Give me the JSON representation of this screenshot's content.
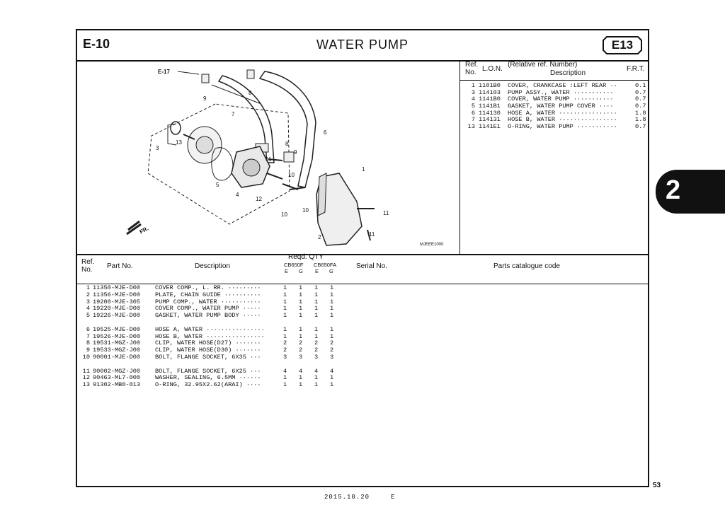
{
  "header": {
    "ref_code": "E-10",
    "title": "WATER PUMP",
    "section_badge": "E13"
  },
  "illustration": {
    "group_ref": "E-17",
    "callouts": [
      "9",
      "8",
      "7",
      "6",
      "13",
      "3",
      "8",
      "9",
      "11",
      "10",
      "5",
      "4",
      "12",
      "10",
      "10",
      "1",
      "11",
      "2",
      "11"
    ],
    "fr_mark": "FR.",
    "drawing_code": "MJEEE1000"
  },
  "upper_table": {
    "headers": {
      "ref": "Ref.\nNo.",
      "lon": "L.O.N.",
      "rel_ref": "(Relative ref. Number)",
      "description": "Description",
      "frt": "F.R.T."
    },
    "rows": [
      {
        "ref": "1",
        "lon": "1101B0",
        "desc": "COVER, CRANKCASE :LEFT REAR ··",
        "frt": "0.1"
      },
      {
        "ref": "3",
        "lon": "114103",
        "desc": "PUMP ASSY., WATER ···········",
        "frt": "0.7"
      },
      {
        "ref": "4",
        "lon": "1141B0",
        "desc": "COVER, WATER PUMP ···········",
        "frt": "0.7"
      },
      {
        "ref": "5",
        "lon": "1141B1",
        "desc": "GASKET, WATER PUMP COVER ····",
        "frt": "0.7"
      },
      {
        "ref": "6",
        "lon": "114130",
        "desc": "HOSE A, WATER ················",
        "frt": "1.8"
      },
      {
        "ref": "7",
        "lon": "114131",
        "desc": "HOSE B, WATER ················",
        "frt": "1.8"
      },
      {
        "ref": "13",
        "lon": "1141E1",
        "desc": "O-RING, WATER PUMP ···········",
        "frt": "0.7"
      }
    ]
  },
  "lower_table": {
    "headers": {
      "ref": "Ref.\nNo.",
      "part_no": "Part No.",
      "description": "Description",
      "reqd_qty": "Reqd. QTY",
      "model_a": "CB650F",
      "model_b": "CB650FA",
      "sub": [
        "E",
        "G",
        "E",
        "G"
      ],
      "serial_no": "Serial No.",
      "catalogue_code": "Parts catalogue code"
    },
    "groups": [
      [
        {
          "ref": "1",
          "part": "11350-MJE-D00",
          "desc": "COVER COMP., L. RR. ·········",
          "qty": [
            "1",
            "1",
            "1",
            "1"
          ]
        },
        {
          "ref": "2",
          "part": "11356-MJE-D00",
          "desc": "PLATE, CHAIN GUIDE ··········",
          "qty": [
            "1",
            "1",
            "1",
            "1"
          ]
        },
        {
          "ref": "3",
          "part": "19200-MJE-305",
          "desc": "PUMP COMP., WATER ···········",
          "qty": [
            "1",
            "1",
            "1",
            "1"
          ]
        },
        {
          "ref": "4",
          "part": "19220-MJE-D00",
          "desc": "COVER COMP., WATER PUMP ·····",
          "qty": [
            "1",
            "1",
            "1",
            "1"
          ]
        },
        {
          "ref": "5",
          "part": "19226-MJE-D00",
          "desc": "GASKET, WATER PUMP BODY ·····",
          "qty": [
            "1",
            "1",
            "1",
            "1"
          ]
        }
      ],
      [
        {
          "ref": "6",
          "part": "19525-MJE-D00",
          "desc": "HOSE A, WATER ················",
          "qty": [
            "1",
            "1",
            "1",
            "1"
          ]
        },
        {
          "ref": "7",
          "part": "19526-MJE-D00",
          "desc": "HOSE B, WATER ················",
          "qty": [
            "1",
            "1",
            "1",
            "1"
          ]
        },
        {
          "ref": "8",
          "part": "19531-MGZ-J00",
          "desc": "CLIP, WATER HOSE(D27) ·······",
          "qty": [
            "2",
            "2",
            "2",
            "2"
          ]
        },
        {
          "ref": "9",
          "part": "19533-MGZ-J00",
          "desc": "CLIP, WATER HOSE(D30) ·······",
          "qty": [
            "2",
            "2",
            "2",
            "2"
          ]
        },
        {
          "ref": "10",
          "part": "90001-MJE-D00",
          "desc": "BOLT, FLANGE SOCKET, 6X35 ···",
          "qty": [
            "3",
            "3",
            "3",
            "3"
          ]
        }
      ],
      [
        {
          "ref": "11",
          "part": "90002-MGZ-J00",
          "desc": "BOLT, FLANGE SOCKET, 6X25 ···",
          "qty": [
            "4",
            "4",
            "4",
            "4"
          ]
        },
        {
          "ref": "12",
          "part": "90463-ML7-000",
          "desc": "WASHER, SEALING, 6.5MM ······",
          "qty": [
            "1",
            "1",
            "1",
            "1"
          ]
        },
        {
          "ref": "13",
          "part": "91302-MB0-013",
          "desc": "O-RING, 32.95X2.62(ARAI) ····",
          "qty": [
            "1",
            "1",
            "1",
            "1"
          ]
        }
      ]
    ]
  },
  "side_tab": "2",
  "page_number": "53",
  "footer": {
    "date": "2015.10.20",
    "region": "E"
  }
}
